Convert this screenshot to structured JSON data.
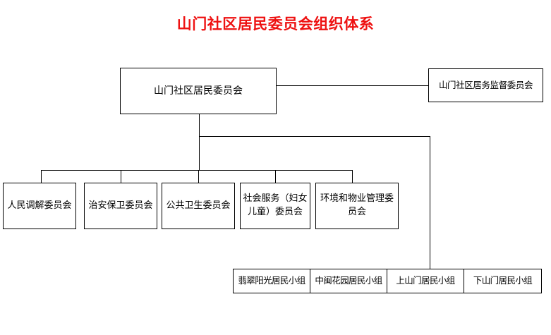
{
  "page": {
    "title": "山门社区居民委员会组织体系",
    "title_color": "#ee1111",
    "background": "#ffffff",
    "line_color": "#000000"
  },
  "chart": {
    "type": "org-chart",
    "root": {
      "label": "山门社区居民委员会"
    },
    "supervisory": {
      "label": "山门社区居务监督委员会"
    },
    "committees": [
      {
        "label": "人民调解委员会"
      },
      {
        "label": "治安保卫委员会"
      },
      {
        "label": "公共卫生委员会"
      },
      {
        "label": "社会服务（妇女儿童）委员会"
      },
      {
        "label": "环境和物业管理委员会"
      }
    ],
    "resident_groups": [
      {
        "label": "翡翠阳光居民小组"
      },
      {
        "label": "中闽花园居民小组"
      },
      {
        "label": "上山门居民小组"
      },
      {
        "label": "下山门居民小组"
      }
    ]
  }
}
